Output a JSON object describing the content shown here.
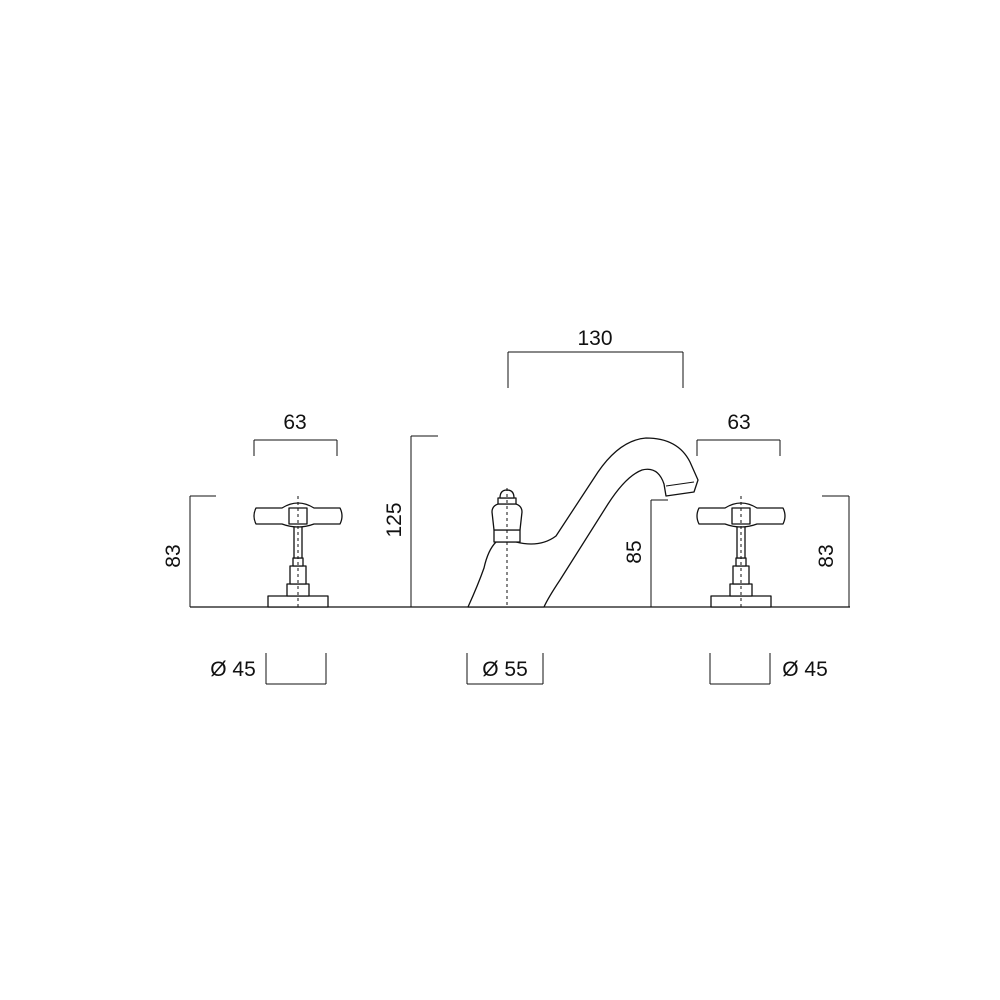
{
  "dimensions": {
    "handle_width_left": "63",
    "spout_reach": "130",
    "handle_width_right": "63",
    "handle_height_left": "83",
    "spout_height": "125",
    "spout_outlet_height": "85",
    "handle_height_right": "83",
    "base_diameter_left": "Ø 45",
    "base_diameter_center": "Ø 55",
    "base_diameter_right": "Ø 45"
  }
}
